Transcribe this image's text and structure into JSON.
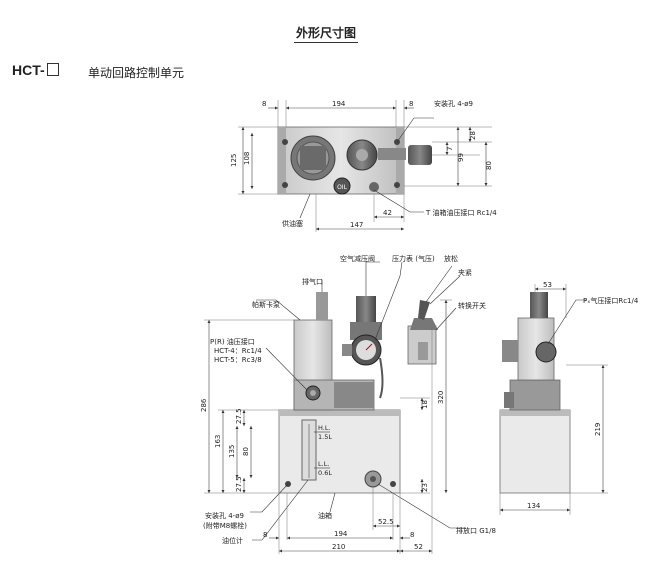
{
  "header": {
    "title": "外形尺寸图",
    "model": "HCT-",
    "subtitle": "单动回路控制单元"
  },
  "top_view": {
    "dims": {
      "left_margin": "8",
      "width": "194",
      "right_margin": "8",
      "height_outer": "125",
      "height_inner": "108",
      "r_28": "28",
      "r_7": "7",
      "r_99": "99",
      "r_80": "80",
      "b_42": "42",
      "b_147": "147"
    },
    "labels": {
      "mount_holes": "安装孔 4-ø9",
      "tank_port": "T 油箱油压接口 Rc1/4",
      "filler_cap": "供油塞",
      "oil_mark": "OIL"
    }
  },
  "front_view": {
    "labels": {
      "air_reducer": "空气减压阀",
      "pressure_gauge": "压力表 (气压)",
      "release": "放松",
      "clamp": "夹紧",
      "exhaust": "排气口",
      "pascal_pump": "帕斯卡泵",
      "switch": "转换开关",
      "p_port_line1": "P(R) 油压接口",
      "p_port_line2": "HCT-4：Rc1/4",
      "p_port_line3": "HCT-5：Rc3/8",
      "hl": "H.L.",
      "hl_val": "1.5L",
      "ll": "L.L.",
      "ll_val": "0.6L",
      "mount_holes_line1": "安装孔 4-ø9",
      "mount_holes_line2": "(附带M8螺栓)",
      "oil_tank": "油箱",
      "level_gauge": "油位计",
      "drain": "排放口 G1/8"
    },
    "dims": {
      "h_286": "286",
      "h_163": "163",
      "h_135": "135",
      "h_80": "80",
      "h_275a": "27.5",
      "h_275b": "27.5",
      "h_18": "18",
      "h_320": "320",
      "h_23": "23",
      "b_525": "52.5",
      "b_8a": "8",
      "b_194": "194",
      "b_8b": "8",
      "b_210": "210",
      "b_52": "52"
    }
  },
  "side_view": {
    "labels": {
      "px_port": "Pₓ气压接口Rc1/4"
    },
    "dims": {
      "top_53": "53",
      "h_219": "219",
      "b_134": "134"
    }
  }
}
